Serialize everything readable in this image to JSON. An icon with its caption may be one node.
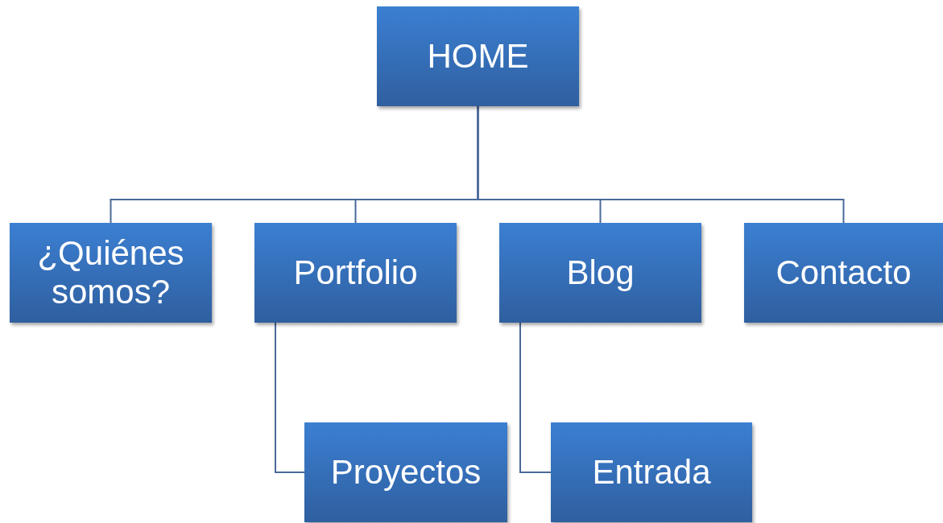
{
  "diagram": {
    "nodes": [
      {
        "text": [
          "HOME"
        ]
      },
      {
        "text": [
          "¿Quiénes somos?"
        ]
      },
      {
        "text": [
          "Portfolio"
        ]
      },
      {
        "text": [
          "Blog"
        ]
      },
      {
        "text": [
          "Contacto"
        ]
      },
      {
        "text": [
          "Proyectos"
        ]
      },
      {
        "text": [
          "Entrada"
        ]
      }
    ],
    "edges": [
      {
        "from": 0,
        "to": 1,
        "arrow": "none"
      },
      {
        "from": 0,
        "to": 2,
        "arrow": "none"
      },
      {
        "from": 0,
        "to": 3,
        "arrow": "none"
      },
      {
        "from": 0,
        "to": 4,
        "arrow": "none"
      },
      {
        "from": 2,
        "to": 5,
        "arrow": "none"
      },
      {
        "from": 3,
        "to": 6,
        "arrow": "none"
      }
    ]
  }
}
